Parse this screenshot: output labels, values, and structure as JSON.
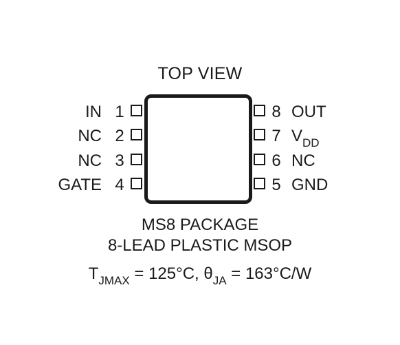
{
  "title": "TOP VIEW",
  "pins_left": [
    {
      "number": "1",
      "name": "IN"
    },
    {
      "number": "2",
      "name": "NC"
    },
    {
      "number": "3",
      "name": "NC"
    },
    {
      "number": "4",
      "name": "GATE"
    }
  ],
  "pins_right": [
    {
      "number": "8",
      "name": "OUT",
      "subscript": ""
    },
    {
      "number": "7",
      "name": "V",
      "subscript": "DD"
    },
    {
      "number": "6",
      "name": "NC",
      "subscript": ""
    },
    {
      "number": "5",
      "name": "GND",
      "subscript": ""
    }
  ],
  "package_name": "MS8 PACKAGE",
  "package_desc": "8-LEAD PLASTIC MSOP",
  "thermal": {
    "t_symbol": "T",
    "t_sub": "JMAX",
    "t_value": " = 125°C, ",
    "theta_symbol": "θ",
    "theta_sub": "JA",
    "theta_value": " = 163°C/W"
  }
}
